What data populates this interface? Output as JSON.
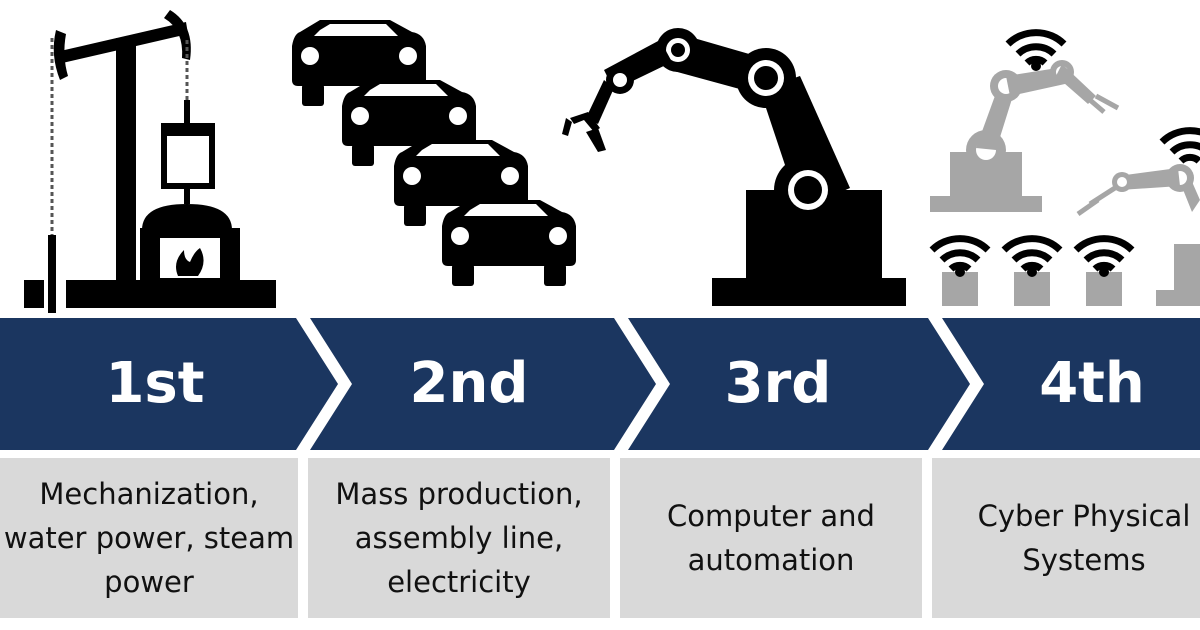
{
  "colors": {
    "band": "#1b3660",
    "desc_bg": "#d9d9d9",
    "icon_dark": "#000000",
    "icon_gray": "#a6a6a6"
  },
  "stages": [
    {
      "number": "1st",
      "description": "Mechanization,\nwater power, steam\npower",
      "icon": "steam-pump-icon"
    },
    {
      "number": "2nd",
      "description": "Mass production,\nassembly line,\nelectricity",
      "icon": "assembly-line-cars-icon"
    },
    {
      "number": "3rd",
      "description": "Computer and\nautomation",
      "icon": "robot-arm-icon"
    },
    {
      "number": "4th",
      "description": "Cyber Physical\nSystems",
      "icon": "connected-robots-wifi-icon"
    }
  ]
}
